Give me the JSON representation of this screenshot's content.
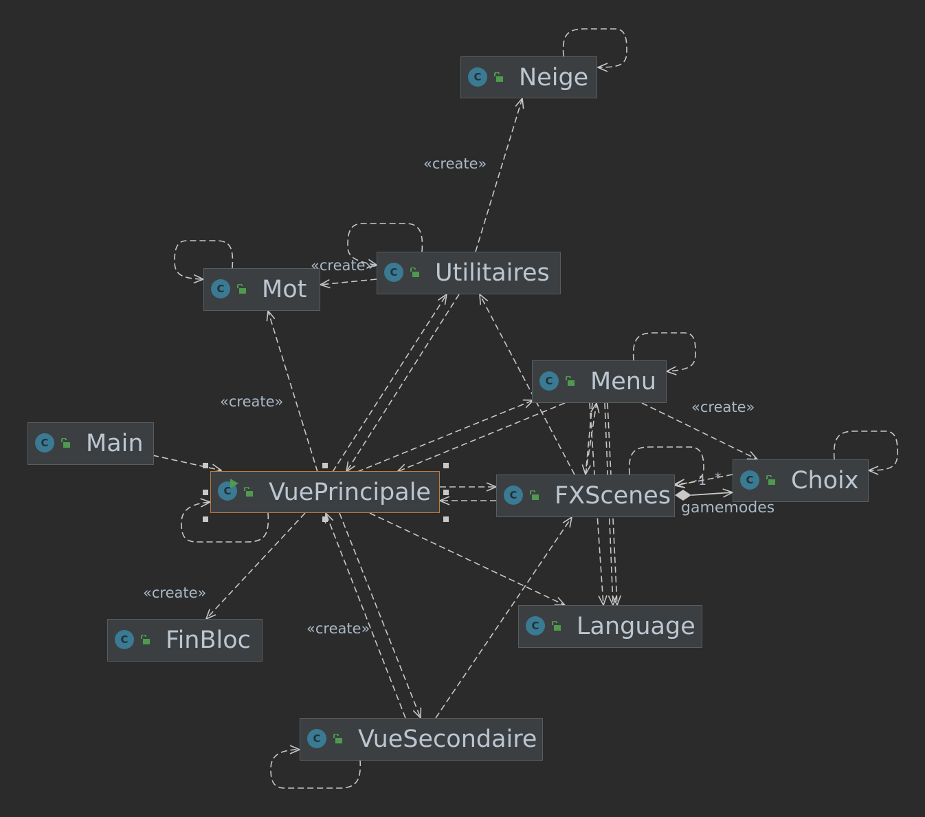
{
  "diagram": {
    "classes": [
      {
        "id": "neige",
        "name": "Neige",
        "icon": "class-icon",
        "visibility": "public-lock-icon"
      },
      {
        "id": "mot",
        "name": "Mot",
        "icon": "class-icon",
        "visibility": "public-lock-icon"
      },
      {
        "id": "utilitaires",
        "name": "Utilitaires",
        "icon": "class-icon",
        "visibility": "public-lock-icon"
      },
      {
        "id": "menu",
        "name": "Menu",
        "icon": "class-icon",
        "visibility": "public-lock-icon"
      },
      {
        "id": "main",
        "name": "Main",
        "icon": "class-icon",
        "visibility": "public-lock-icon"
      },
      {
        "id": "vueprincipale",
        "name": "VuePrincipale",
        "icon": "class-run-icon",
        "visibility": "public-lock-icon",
        "selected": true
      },
      {
        "id": "fxscenes",
        "name": "FXScenes",
        "icon": "class-icon",
        "visibility": "public-lock-icon"
      },
      {
        "id": "choix",
        "name": "Choix",
        "icon": "class-icon",
        "visibility": "public-lock-icon"
      },
      {
        "id": "finbloc",
        "name": "FinBloc",
        "icon": "class-icon",
        "visibility": "public-lock-icon"
      },
      {
        "id": "language",
        "name": "Language",
        "icon": "class-icon",
        "visibility": "public-lock-icon"
      },
      {
        "id": "vuesecondaire",
        "name": "VueSecondaire",
        "icon": "class-icon",
        "visibility": "public-lock-icon"
      }
    ],
    "edge_labels": {
      "create_neige": "«create»",
      "create_mot_utilitaires": "«create»",
      "create_mot_vueprincipale": "«create»",
      "create_choix": "«create»",
      "create_finbloc": "«create»",
      "create_vuesecondaire": "«create»",
      "multiplicity_one": "1",
      "multiplicity_many": "*",
      "composition_role": "gamemodes"
    },
    "class_icon_letter": "C",
    "colors": {
      "background": "#2b2b2b",
      "node_fill": "#3c3f41",
      "node_border": "#5a5d5f",
      "selected_border": "#c27b3c",
      "class_icon": "#3a7a93",
      "lock_icon": "#4f9a4f",
      "text": "#bbc6d1",
      "edge": "#c8c8c8"
    }
  }
}
